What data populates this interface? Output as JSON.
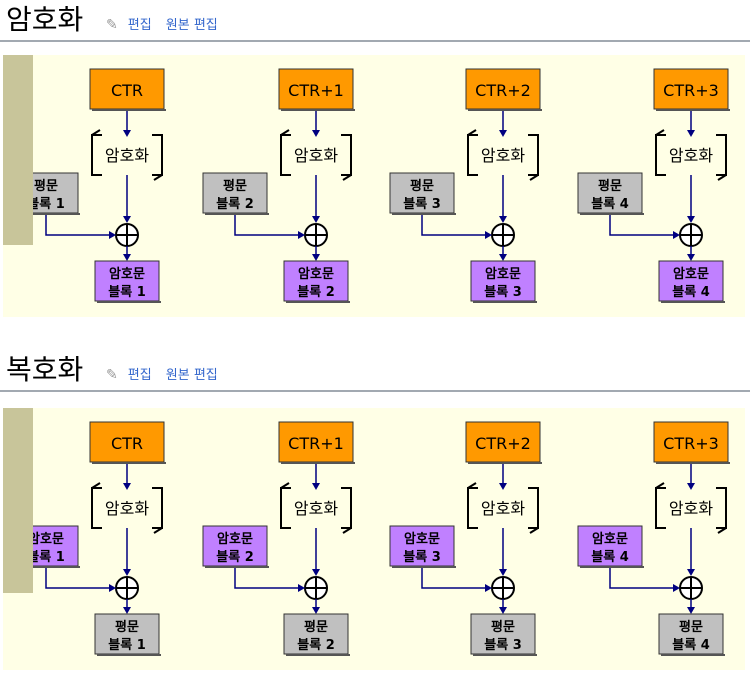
{
  "sections": [
    {
      "id": "encryption",
      "title": "암호화",
      "edit_label": "편집",
      "edit_source_label": "원본 편집",
      "counters": [
        "CTR",
        "CTR+1",
        "CTR+2",
        "CTR+3"
      ],
      "cipher_label": "암호화",
      "inputs": [
        [
          "평문",
          "블록 1"
        ],
        [
          "평문",
          "블록 2"
        ],
        [
          "평문",
          "블록 3"
        ],
        [
          "평문",
          "블록 4"
        ]
      ],
      "outputs": [
        [
          "암호문",
          "블록 1"
        ],
        [
          "암호문",
          "블록 2"
        ],
        [
          "암호문",
          "블록 3"
        ],
        [
          "암호문",
          "블록 4"
        ]
      ],
      "input_color": "#c0c0c0",
      "output_color": "#c080ff"
    },
    {
      "id": "decryption",
      "title": "복호화",
      "edit_label": "편집",
      "edit_source_label": "원본 편집",
      "counters": [
        "CTR",
        "CTR+1",
        "CTR+2",
        "CTR+3"
      ],
      "cipher_label": "암호화",
      "inputs": [
        [
          "암호문",
          "블록 1"
        ],
        [
          "암호문",
          "블록 2"
        ],
        [
          "암호문",
          "블록 3"
        ],
        [
          "암호문",
          "블록 4"
        ]
      ],
      "outputs": [
        [
          "평문",
          "블록 1"
        ],
        [
          "평문",
          "블록 2"
        ],
        [
          "평문",
          "블록 3"
        ],
        [
          "평문",
          "블록 4"
        ]
      ],
      "input_color": "#c080ff",
      "output_color": "#c0c0c0"
    }
  ],
  "colors": {
    "counter_fill": "#ff9900",
    "arrow": "#000080",
    "background": "#ffffe6",
    "link": "#3366cc"
  },
  "icons": {
    "edit": "pencil-icon",
    "xor": "xor-icon"
  }
}
